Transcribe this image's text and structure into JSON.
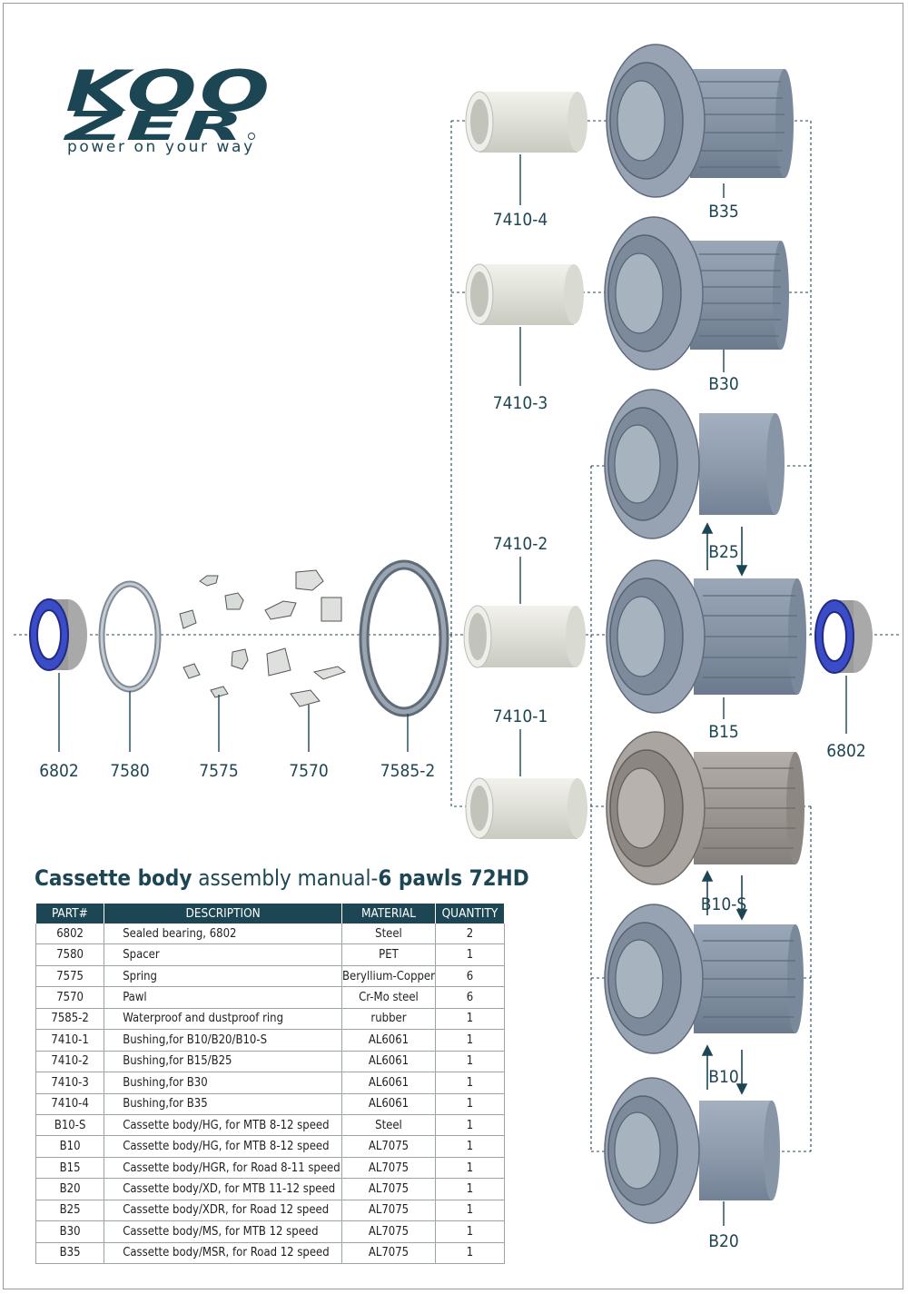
{
  "brand": {
    "logo_line1": "KOO",
    "logo_line2": "ZER",
    "tagline": "power on your way",
    "colors": {
      "primary": "#1d4654",
      "bearing_blue": "#2e3fb8",
      "part_grey": "#8a97a8",
      "bushing": "#e6e6df"
    }
  },
  "diagram": {
    "labels": {
      "bearing_left": "6802",
      "spacer": "7580",
      "spring": "7575",
      "pawl": "7570",
      "ring": "7585-2",
      "bushing_1": "7410-1",
      "bushing_2": "7410-2",
      "bushing_3": "7410-3",
      "bushing_4": "7410-4",
      "body_b35": "B35",
      "body_b30": "B30",
      "body_b25": "B25",
      "body_b15": "B15",
      "body_b10s": "B10-S",
      "body_b10": "B10",
      "body_b20": "B20",
      "bearing_right": "6802"
    }
  },
  "title": {
    "part1": "Cassette body",
    "part2": " assembly manual-",
    "part3": "6 pawls 72HD"
  },
  "table": {
    "headers": {
      "part": "PART#",
      "description": "DESCRIPTION",
      "material": "MATERIAL",
      "quantity": "QUANTITY"
    },
    "rows": [
      {
        "part": "6802",
        "description": "Sealed bearing, 6802",
        "material": "Steel",
        "quantity": "2"
      },
      {
        "part": "7580",
        "description": "Spacer",
        "material": "PET",
        "quantity": "1"
      },
      {
        "part": "7575",
        "description": "Spring",
        "material": "Beryllium-Copper",
        "quantity": "6"
      },
      {
        "part": "7570",
        "description": "Pawl",
        "material": "Cr-Mo steel",
        "quantity": "6"
      },
      {
        "part": "7585-2",
        "description": "Waterproof and dustproof ring",
        "material": "rubber",
        "quantity": "1"
      },
      {
        "part": "7410-1",
        "description": "Bushing,for B10/B20/B10-S",
        "material": "AL6061",
        "quantity": "1"
      },
      {
        "part": "7410-2",
        "description": "Bushing,for B15/B25",
        "material": "AL6061",
        "quantity": "1"
      },
      {
        "part": "7410-3",
        "description": "Bushing,for B30",
        "material": "AL6061",
        "quantity": "1"
      },
      {
        "part": "7410-4",
        "description": "Bushing,for B35",
        "material": "AL6061",
        "quantity": "1"
      },
      {
        "part": "B10-S",
        "description": "Cassette body/HG, for MTB 8-12 speed",
        "material": "Steel",
        "quantity": "1"
      },
      {
        "part": "B10",
        "description": "Cassette body/HG, for MTB 8-12 speed",
        "material": "AL7075",
        "quantity": "1"
      },
      {
        "part": "B15",
        "description": "Cassette body/HGR, for Road 8-11 speed",
        "material": "AL7075",
        "quantity": "1"
      },
      {
        "part": "B20",
        "description": "Cassette body/XD, for MTB 11-12 speed",
        "material": "AL7075",
        "quantity": "1"
      },
      {
        "part": "B25",
        "description": "Cassette body/XDR, for Road 12 speed",
        "material": "AL7075",
        "quantity": "1"
      },
      {
        "part": "B30",
        "description": "Cassette body/MS, for MTB 12 speed",
        "material": "AL7075",
        "quantity": "1"
      },
      {
        "part": "B35",
        "description": "Cassette body/MSR, for Road 12 speed",
        "material": "AL7075",
        "quantity": "1"
      }
    ]
  }
}
